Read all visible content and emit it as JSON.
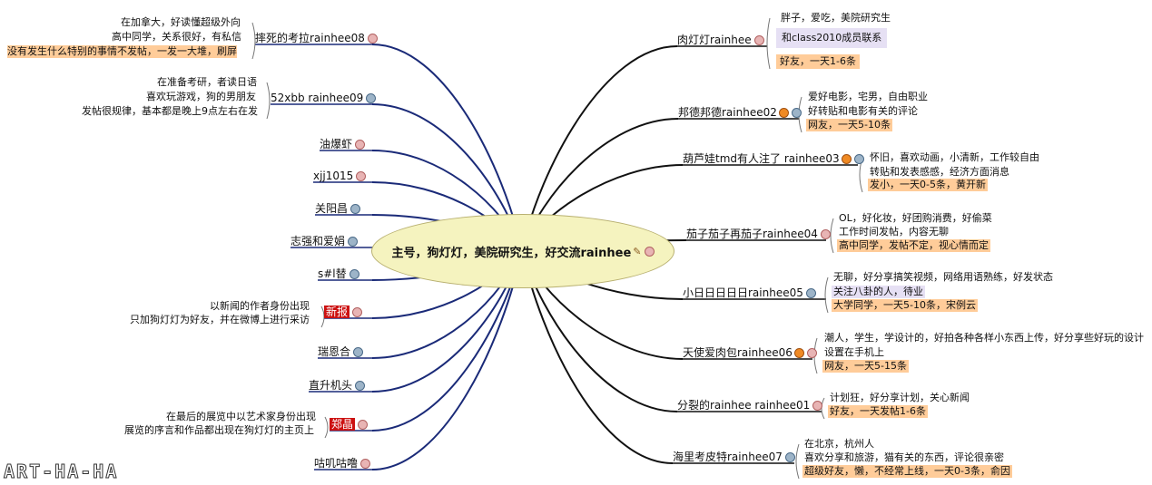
{
  "center": {
    "label": "主号，狗灯灯，美院研究生，好交流rainhee"
  },
  "left_nodes": [
    {
      "key": "l1",
      "label": "摔死的考拉rainhee08",
      "notes": [
        "在加拿大，好读懂超级外向",
        "高中同学，关系很好，有私信",
        "没有发生什么特别的事情不发帖，一发一大堆，刷屏"
      ]
    },
    {
      "key": "l2",
      "label": "52xbb rainhee09",
      "notes": [
        "在准备考研，者读日语",
        "喜欢玩游戏，狗的男朋友",
        "发帖很规律，基本都是晚上9点左右在发"
      ]
    },
    {
      "key": "l3",
      "label": "油爆虾",
      "notes": []
    },
    {
      "key": "l4",
      "label": "xjj1015",
      "notes": []
    },
    {
      "key": "l5",
      "label": "关阳昌",
      "notes": []
    },
    {
      "key": "l6",
      "label": "志强和爱娟",
      "notes": []
    },
    {
      "key": "l7",
      "label": "s#l替",
      "notes": []
    },
    {
      "key": "l8",
      "label": "新报",
      "notes": [
        "以新闻的作者身份出现",
        "只加狗灯灯为好友，并在微博上进行采访"
      ]
    },
    {
      "key": "l9",
      "label": "瑞恩合",
      "notes": []
    },
    {
      "key": "l10",
      "label": "直升机头",
      "notes": []
    },
    {
      "key": "l11",
      "label": "郑晶",
      "notes": [
        "在最后的展览中以艺术家身份出现",
        "展览的序言和作品都出现在狗灯灯的主页上"
      ]
    },
    {
      "key": "l12",
      "label": "咕叽咕噜",
      "notes": []
    }
  ],
  "right_nodes": [
    {
      "key": "r1",
      "label": "肉灯灯rainhee",
      "notes": [
        "胖子，爱吃，美院研究生",
        "和class2010成员联系",
        "好友，一天1-6条"
      ]
    },
    {
      "key": "r2",
      "label": "邦德邦德rainhee02",
      "notes": [
        "爱好电影，宅男，自由职业",
        "好转贴和电影有关的评论",
        "网友，一天5-10条"
      ]
    },
    {
      "key": "r3",
      "label": "葫芦娃tmd有人注了 rainhee03",
      "notes": [
        "怀旧，喜欢动画，小清新，工作较自由",
        "转贴和发表感感，经济方面消息",
        "发小，一天0-5条，黄开新"
      ]
    },
    {
      "key": "r4",
      "label": "茄子茄子再茄子rainhee04",
      "notes": [
        "OL，好化妆，好团购消费，好偷菜",
        "工作时间发帖，内容无聊",
        "高中同学，发帖不定，视心情而定"
      ]
    },
    {
      "key": "r5",
      "label": "小日日日日日rainhee05",
      "notes": [
        "无聊，好分享搞笑视频，网络用语熟练，好发状态",
        "关注八卦的人，待业",
        "大学同学，一天5-10条，宋例云"
      ]
    },
    {
      "key": "r6",
      "label": "天使爱肉包rainhee06",
      "notes": [
        "潮人，学生，学设计的，好拍各种各样小东西上传，好分享些好玩的设计",
        "设置在手机上",
        "网友，一天5-15条"
      ]
    },
    {
      "key": "r7",
      "label": "分裂的rainhee rainhee01",
      "notes": [
        "计划狂，好分享计划，关心新闻",
        "好友，一天发帖1-6条"
      ]
    },
    {
      "key": "r8",
      "label": "海里考皮特rainhee07",
      "notes": [
        "在北京，杭州人",
        "喜欢分享和旅游，猫有关的东西，评论很亲密",
        "超级好友，懒，不经常上线，一天0-3条，俞因"
      ]
    }
  ],
  "watermark": "ART-HA-HA"
}
